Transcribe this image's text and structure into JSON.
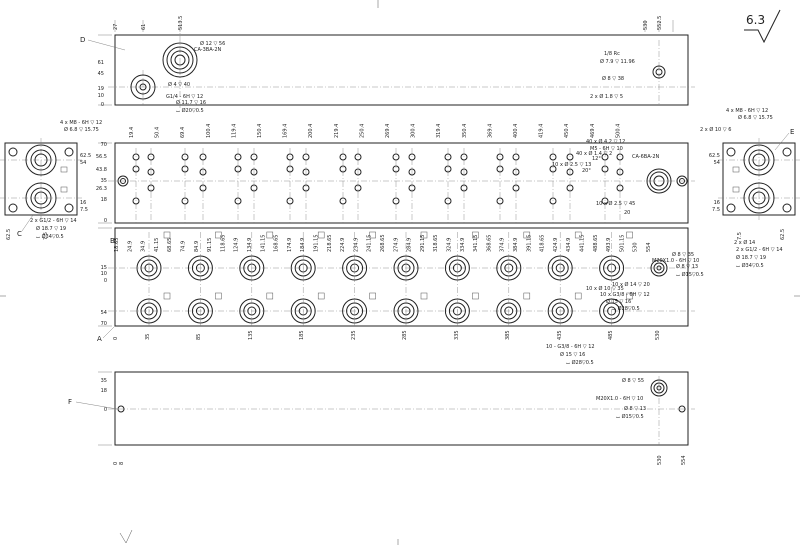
{
  "roughness": "6.3",
  "section_letters": [
    "D",
    "C",
    "B",
    "A",
    "F",
    "E"
  ],
  "top_view": {
    "dims_top": [
      "27",
      "61",
      "513.5",
      "530",
      "552.5"
    ],
    "dims_left": [
      "61",
      "45",
      "19",
      "10",
      "0"
    ],
    "callouts": [
      "Ø 12 ▽ 56",
      "CA-3BA-2N",
      "Ø 4 ▽ 40",
      "G1/4 - 6H ▽ 12",
      "Ø 11.7 ▽ 16",
      "⌴ Ø20▽0.5",
      "1/8 Rc",
      "Ø 7.9 ▽ 11.96",
      "Ø 8 ▽ 38",
      "2 x Ø 1.8 ▽ 5"
    ]
  },
  "front_view": {
    "dims_top": [
      "19.4",
      "50.4",
      "69.4",
      "100.4",
      "119.4",
      "150.4",
      "169.4",
      "200.4",
      "219.4",
      "250.4",
      "269.4",
      "300.4",
      "319.4",
      "350.4",
      "369.4",
      "400.4",
      "419.4",
      "450.4",
      "469.4",
      "500.4"
    ],
    "dims_left": [
      "70",
      "56.5",
      "43.8",
      "35",
      "26.3",
      "18",
      "0"
    ],
    "dims_bottom": [
      "18.65",
      "24.9",
      "34.9",
      "41.15",
      "68.65",
      "74.9",
      "84.9",
      "91.15",
      "118.65",
      "124.9",
      "134.9",
      "141.15",
      "168.65",
      "174.9",
      "184.9",
      "191.15",
      "218.65",
      "224.9",
      "234.9",
      "241.15",
      "268.65",
      "274.9",
      "284.9",
      "291.15",
      "318.65",
      "324.9",
      "334.9",
      "341.15",
      "368.65",
      "374.9",
      "384.9",
      "391.15",
      "418.65",
      "424.9",
      "434.9",
      "441.15",
      "488.65",
      "493.9",
      "501.15",
      "530",
      "554"
    ],
    "callouts": [
      "40 x Ø 4.2 ▽ 12",
      "M5 - 6H ▽ 10",
      "40 x Ø 1.4 ▽ 2",
      "12°",
      "10 x Ø 2.5 ▽ 13",
      "20°",
      "CA-6BA-2N",
      "10 x Ø 2.5 ▽ 45",
      "20"
    ]
  },
  "plan_view": {
    "dims_left": [
      "15",
      "10",
      "0",
      "54",
      "70"
    ],
    "dims_bottom": [
      "0",
      "35",
      "85",
      "135",
      "185",
      "235",
      "285",
      "335",
      "385",
      "435",
      "485",
      "530"
    ],
    "callouts": [
      "10 x Ø 14 ▽ 20",
      "10 x Ø 10 ▽ 35",
      "10 x G3/8 - 6H ▽ 12",
      "Ø 15 ▽ 16",
      "⌴ Ø28▽0.5",
      "Ø 8 ▽ 35",
      "M20X1.0 - 6H ▽ 10",
      "Ø 8 ▽ 13",
      "⌴ Ø15▽0.5",
      "10 - G3/8 - 6H ▽ 12",
      "Ø 15 ▽ 16",
      "⌴ Ø28▽0.5"
    ]
  },
  "bottom_view": {
    "dims_left": [
      "35",
      "18",
      "0"
    ],
    "dims_bottom": [
      "0",
      "8",
      "530",
      "554"
    ],
    "callouts": [
      "Ø 8 ▽ 55",
      "M20X1.0 - 6H ▽ 10",
      "Ø 8 ▽ 13",
      "⌴ Ø15▽0.5"
    ]
  },
  "left_view": {
    "dims_right": [
      "62.5",
      "54",
      "16",
      "7.5"
    ],
    "dims_bottom": [
      "62.5",
      "7.5"
    ],
    "callouts": [
      "4 x M8 - 6H ▽ 12",
      "Ø 6.8 ▽ 15.75",
      "2 x G1/2 - 6H ▽ 14",
      "Ø 18.7 ▽ 19",
      "⌴ Ø34▽0.5"
    ]
  },
  "right_view": {
    "dims_left": [
      "62.5",
      "54",
      "16",
      "7.5"
    ],
    "dims_bottom": [
      "7.5",
      "62.5"
    ],
    "callouts": [
      "4 x M8 - 6H ▽ 12",
      "Ø 6.8 ▽ 15.75",
      "2 x Ø 10 ▽ 6",
      "2 x Ø 14",
      "2 x G1/2 - 6H ▽ 14",
      "Ø 18.7 ▽ 19",
      "⌴ Ø34▽0.5"
    ]
  }
}
